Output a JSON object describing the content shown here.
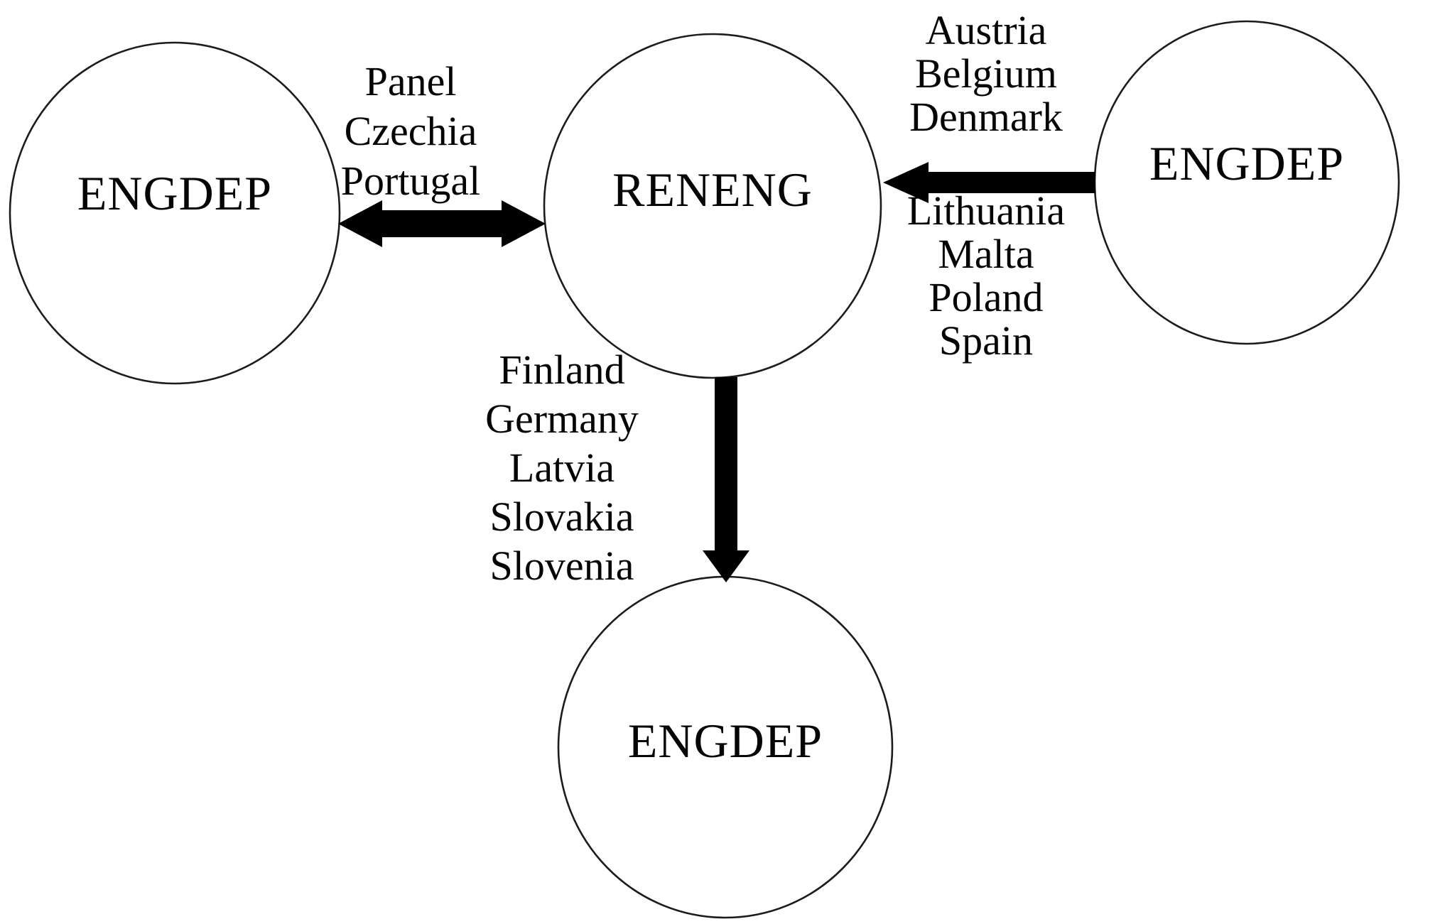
{
  "nodes": {
    "left": {
      "label": "ENGDEP"
    },
    "center": {
      "label": "RENENG"
    },
    "right": {
      "label": "ENGDEP"
    },
    "bottom": {
      "label": "ENGDEP"
    }
  },
  "edges": {
    "left_center": {
      "direction": "bidirectional",
      "labels": [
        "Panel",
        "Czechia",
        "Portugal"
      ]
    },
    "right_to_center": {
      "direction": "right-to-left",
      "labels_above": [
        "Austria",
        "Belgium",
        "Denmark"
      ],
      "labels_below": [
        "Lithuania",
        "Malta",
        "Poland",
        "Spain"
      ]
    },
    "center_to_bottom": {
      "direction": "downward",
      "labels_left": [
        "Finland",
        "Germany",
        "Latvia",
        "Slovakia",
        "Slovenia"
      ]
    }
  },
  "colors": {
    "background": "#ffffff",
    "node_fill": "#ffffff",
    "node_stroke": "#1c1c1c",
    "arrow": "#000000",
    "text": "#050505"
  }
}
